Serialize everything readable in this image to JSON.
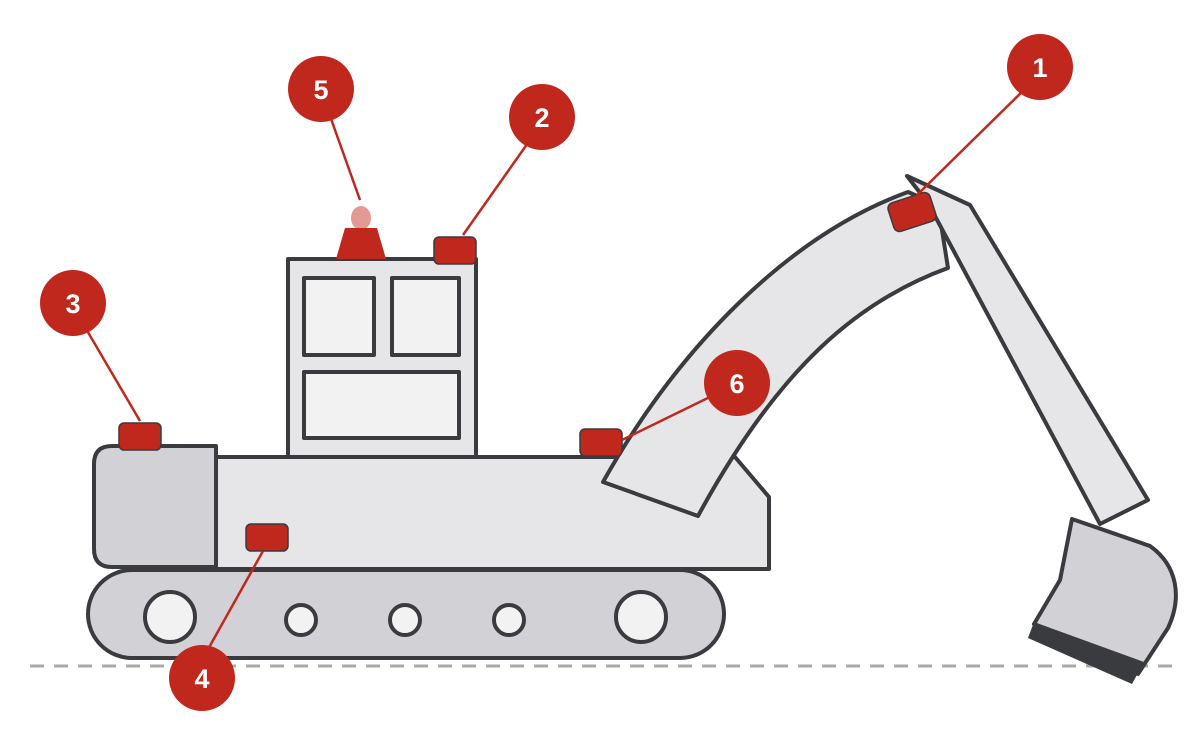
{
  "colors": {
    "callout": "#c0281e",
    "sensor": "#c0281e",
    "beacon_light": "#e39a93",
    "body": "#e6e6e8",
    "body_dark": "#d2d2d6",
    "window": "#f2f2f2",
    "outline": "#3a3b3f",
    "blade": "#3a3b3f",
    "ground": "#a9a9ab"
  },
  "callouts": [
    {
      "id": "1",
      "label": "1"
    },
    {
      "id": "2",
      "label": "2"
    },
    {
      "id": "3",
      "label": "3"
    },
    {
      "id": "4",
      "label": "4"
    },
    {
      "id": "5",
      "label": "5"
    },
    {
      "id": "6",
      "label": "6"
    }
  ]
}
